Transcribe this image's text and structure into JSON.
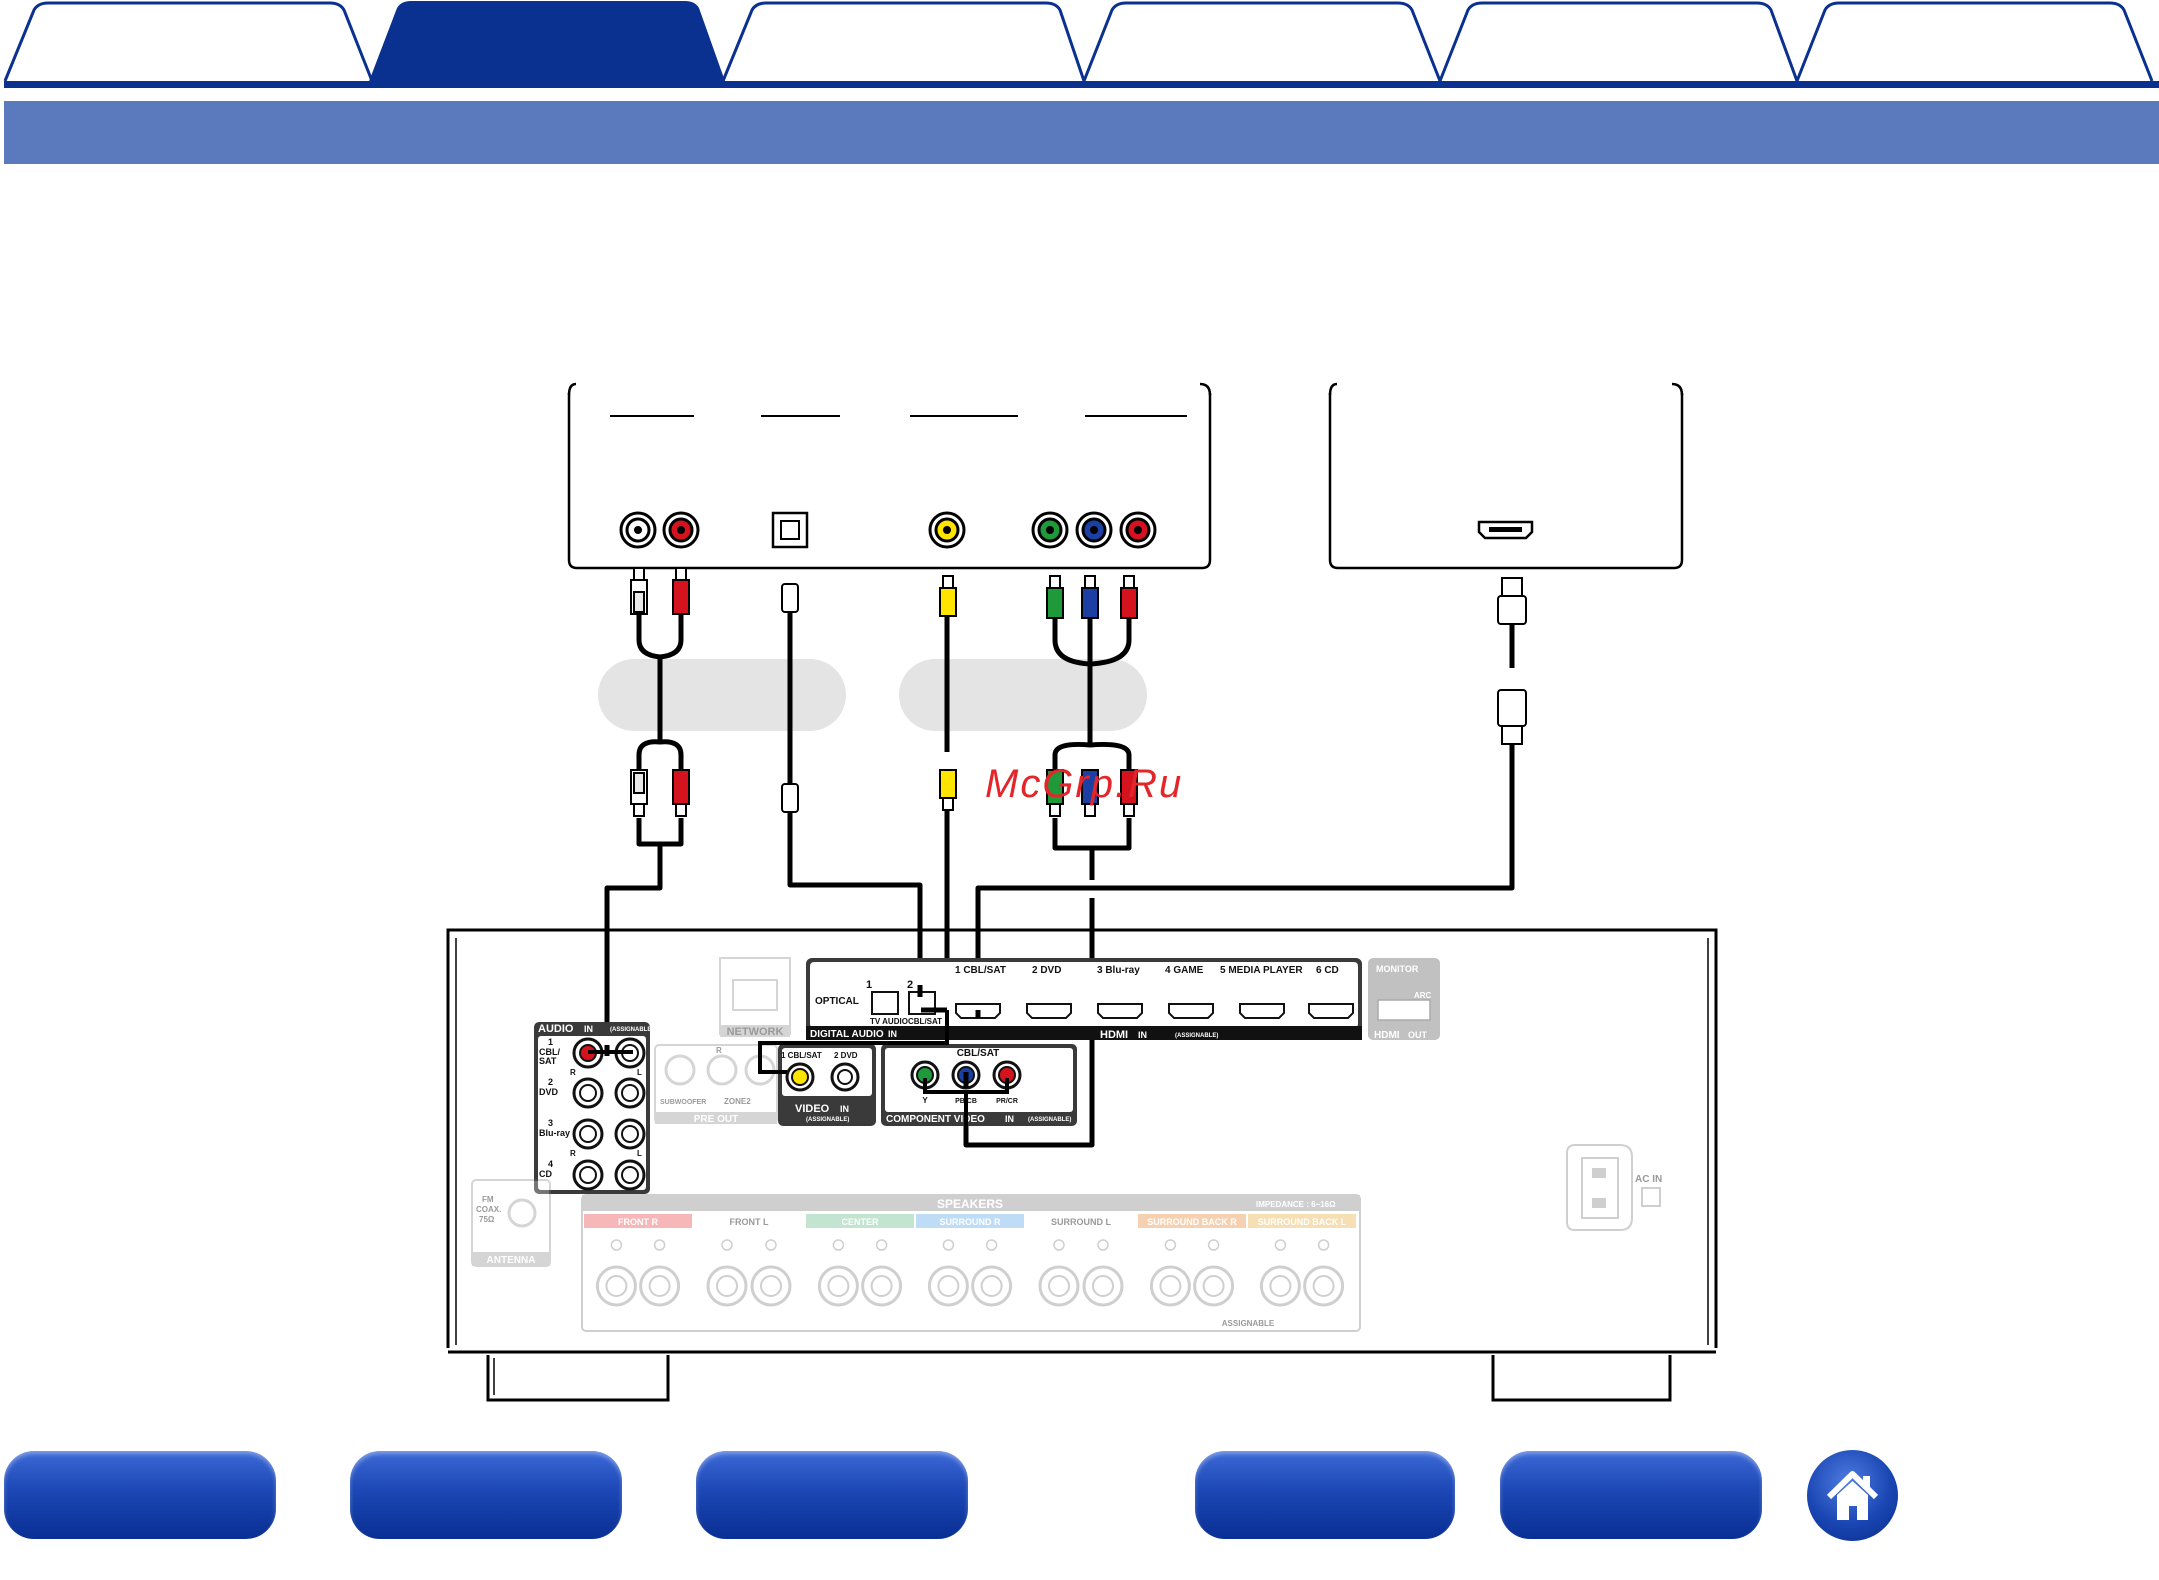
{
  "colors": {
    "nav_blue": "#082f93",
    "tab_active": "#0a318f",
    "section_bar": "#5b79bd",
    "rca_white": "#e8e8e8",
    "rca_red": "#d4131f",
    "rca_yellow": "#ffe400",
    "rca_green": "#1e9a3b",
    "rca_blue": "#1c3fa3",
    "placeholder_gray": "#e4e4e4",
    "watermark_red": "#e2262a"
  },
  "tabs": {
    "count": 6,
    "active_index": 1
  },
  "watermark": "McGrp.Ru",
  "receiver": {
    "network": "NETWORK",
    "optical": "OPTICAL",
    "digital_audio_1": "1",
    "digital_audio_2": "2",
    "tv_audio": "TV AUDIO",
    "cbl_sat_short": "CBL/SAT",
    "digital_audio_in": "DIGITAL AUDIO",
    "in": "IN",
    "hdmi_inputs": [
      "1  CBL/SAT",
      "2  DVD",
      "3  Blu-ray",
      "4  GAME",
      "5  MEDIA PLAYER",
      "6  CD"
    ],
    "hdmi_in": "HDMI",
    "assignable": "(ASSIGNABLE)",
    "monitor": "MONITOR",
    "arc": "ARC",
    "hdmi_out": "HDMI",
    "out": "OUT",
    "audio_in": "AUDIO",
    "audio_assignable": "(ASSIGNABLE)",
    "audio_sources": [
      {
        "num": "1",
        "name": "CBL/\nSAT"
      },
      {
        "num": "2",
        "name": "DVD"
      },
      {
        "num": "3",
        "name": "Blu-ray"
      },
      {
        "num": "4",
        "name": "CD"
      }
    ],
    "r": "R",
    "l": "L",
    "subwoofer": "SUBWOOFER",
    "zone2": "ZONE2",
    "pre_out": "PRE OUT",
    "video_cbl_sat": "1 CBL/SAT",
    "video_dvd": "2 DVD",
    "video_in": "VIDEO",
    "component_cbl_sat": "CBL/SAT",
    "component_y": "Y",
    "component_pb": "PB/CB",
    "component_pr": "PR/CR",
    "component_video_in": "COMPONENT VIDEO",
    "fm": "FM",
    "coax": "COAX.",
    "ohm": "75Ω",
    "antenna": "ANTENNA",
    "speakers": "SPEAKERS",
    "impedance": "IMPEDANCE : 6~16Ω",
    "speaker_channels": [
      "FRONT R",
      "FRONT L",
      "CENTER",
      "SURROUND R",
      "SURROUND L",
      "SURROUND BACK R",
      "SURROUND BACK L"
    ],
    "speaker_assignable": "ASSIGNABLE",
    "ac_in": "AC IN"
  },
  "nav_buttons": [
    {
      "id": "nav-1"
    },
    {
      "id": "nav-2"
    },
    {
      "id": "nav-3"
    },
    {
      "id": "nav-4"
    },
    {
      "id": "nav-5"
    }
  ]
}
